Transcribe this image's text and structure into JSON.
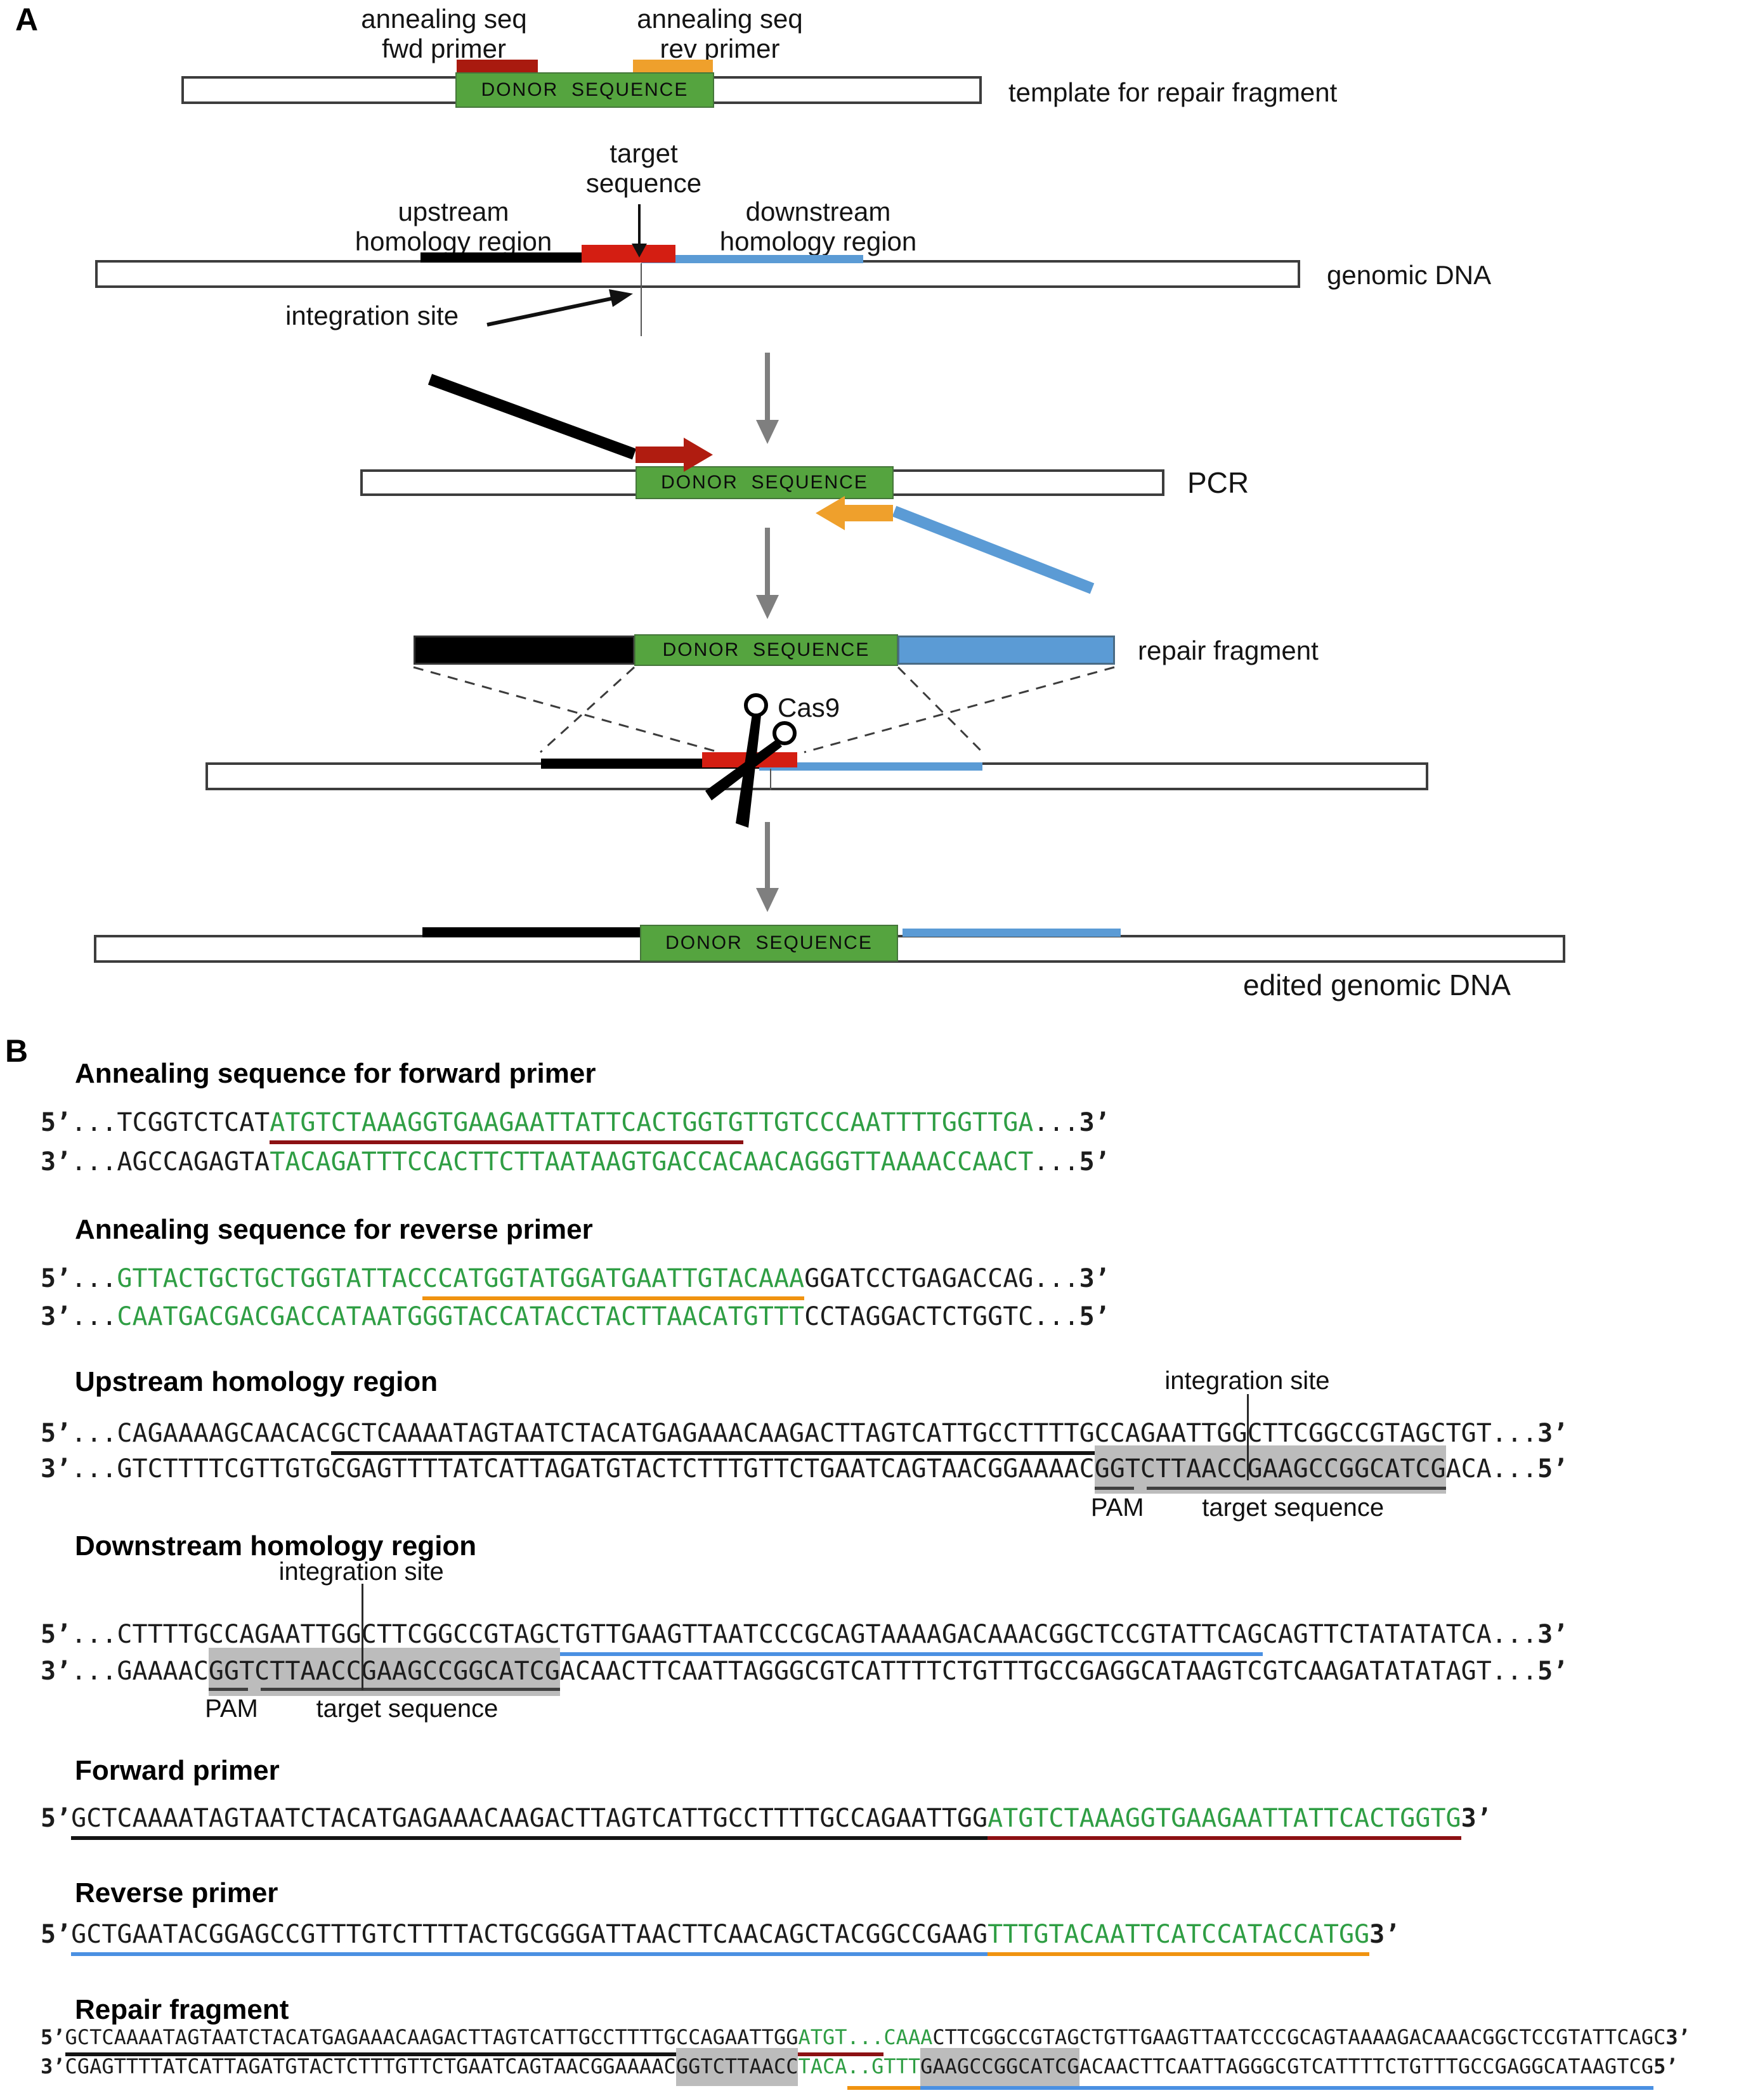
{
  "panel_a": {
    "label": "A",
    "annealing_fwd": [
      "annealing seq",
      "fwd primer"
    ],
    "annealing_rev": [
      "annealing seq",
      "rev primer"
    ],
    "template_label": "template for repair fragment",
    "donor_label": "DONOR  SEQUENCE",
    "target_label": [
      "target",
      "sequence"
    ],
    "upstream_label": [
      "upstream",
      "homology region"
    ],
    "downstream_label": [
      "downstream",
      "homology region"
    ],
    "genomic_label": "genomic DNA",
    "integration_label": "integration site",
    "pcr_label": "PCR",
    "repair_label": "repair fragment",
    "cas9_label": "Cas9",
    "edited_label": "edited genomic DNA",
    "colors": {
      "donor_green": "#55a43f",
      "fwd_primer_red": "#a91a0f",
      "rev_primer_orange": "#efa02c",
      "homology_blue": "#5b9bd5",
      "target_box_red": "#d41e12",
      "arrow_gray": "#7f7f7f"
    }
  },
  "panel_b": {
    "label": "B",
    "pam_label": "PAM",
    "target_seq_label": "target sequence",
    "integration_label": "integration site",
    "sections": [
      {
        "id": "annealing-fwd",
        "heading": "Annealing sequence for forward primer",
        "lines": [
          {
            "start": "5’",
            "end": "3’",
            "segs": [
              {
                "t": "...TCGGTCTCAT",
                "c": "b"
              },
              {
                "t": "ATGTCTAAAGGTGAAGAATTATTCACTGGTG",
                "c": "g",
                "u": "r"
              },
              {
                "t": "TTGTCCCAATTTTGGTTGA",
                "c": "g"
              },
              {
                "t": "...",
                "c": "b"
              }
            ]
          },
          {
            "start": "3’",
            "end": "5’",
            "segs": [
              {
                "t": "...AGCCAGAGTA",
                "c": "b"
              },
              {
                "t": "TACAGATTTCCACTTCTTAATAAGTGACCACAACAGGGTTAAAACCAACT",
                "c": "g"
              },
              {
                "t": "...",
                "c": "b"
              }
            ]
          }
        ]
      },
      {
        "id": "annealing-rev",
        "heading": "Annealing sequence for reverse primer",
        "lines": [
          {
            "start": "5’",
            "end": "3’",
            "segs": [
              {
                "t": "...",
                "c": "b"
              },
              {
                "t": "GTTACTGCTGCTGGTATTAC",
                "c": "g"
              },
              {
                "t": "CCATGGTATGGATGAATTGTACAAA",
                "c": "g",
                "u": "o"
              },
              {
                "t": "GGATCCTGAGACCAG...",
                "c": "b"
              }
            ]
          },
          {
            "start": "3’",
            "end": "5’",
            "segs": [
              {
                "t": "...",
                "c": "b"
              },
              {
                "t": "CAATGACGACGACCATAATGGGTACCATACCTACTTAACATGTTT",
                "c": "g"
              },
              {
                "t": "CCTAGGACTCTGGTC...",
                "c": "b"
              }
            ]
          }
        ]
      },
      {
        "id": "upstream",
        "heading": "Upstream homology region",
        "integration": true,
        "pam": true,
        "lines": [
          {
            "start": "5’",
            "end": "3’",
            "segs": [
              {
                "t": "...CAGAAAAGCAACAC",
                "c": "b"
              },
              {
                "t": "GCTCAAAATAGTAATCTACATGAGAAACAAGACTTAGTCATTGCCTTTTGCCAGAATTGG",
                "c": "b",
                "u": "k",
                "int": true
              },
              {
                "t": "CTTCGGCCGTAGCTGT...",
                "c": "b"
              }
            ]
          },
          {
            "start": "3’",
            "end": "5’",
            "segs": [
              {
                "t": "...GTCTTTTCGTTGTGCGAGTTTTATCATTAGATGTACTCTTTGTTCTGAATCAGTAACGGAAAAC",
                "c": "b"
              },
              {
                "t": "GGTCTTAACC",
                "c": "b",
                "hl": true,
                "int": true
              },
              {
                "t": "GAAGCCGGCATCG",
                "c": "b",
                "hl": true
              },
              {
                "t": "ACA...",
                "c": "b"
              }
            ]
          }
        ]
      },
      {
        "id": "downstream",
        "heading": "Downstream homology region",
        "integration": true,
        "pam": true,
        "lines": [
          {
            "start": "5’",
            "end": "3’",
            "segs": [
              {
                "t": "...CTTTTGCCAGAATTGG",
                "c": "b",
                "int": true
              },
              {
                "t": "CTTCGGCCGTAGCTGTTGAAGTTAATCCCGCAGTAAAAGACAAACGGCTCCGTATTCAG",
                "c": "b",
                "u": "b"
              },
              {
                "t": "CAGTTCTATATATCA...",
                "c": "b"
              }
            ]
          },
          {
            "start": "3’",
            "end": "5’",
            "segs": [
              {
                "t": "...GAAAAC",
                "c": "b"
              },
              {
                "t": "GGTCTTAACC",
                "c": "b",
                "hl": true,
                "int": true
              },
              {
                "t": "GAAGCCGGCATCG",
                "c": "b",
                "hl": true
              },
              {
                "t": "ACAACTTCAATTAGGGCGTCATTTTCTGTTTGCCGAGGCATAAGTCGTCAAGATATATAGT...",
                "c": "b"
              }
            ]
          }
        ]
      },
      {
        "id": "fwd-primer",
        "heading": "Forward primer",
        "lines": [
          {
            "start": "5’",
            "end": "3’",
            "segs": [
              {
                "t": "GCTCAAAATAGTAATCTACATGAGAAACAAGACTTAGTCATTGCCTTTTGCCAGAATTGG",
                "c": "b",
                "u": "k"
              },
              {
                "t": "ATGTCTAAAGGTGAAGAATTATTCACTGGTG",
                "c": "g",
                "u": "r"
              }
            ]
          }
        ]
      },
      {
        "id": "rev-primer",
        "heading": "Reverse primer",
        "lines": [
          {
            "start": "5’",
            "end": "3’",
            "segs": [
              {
                "t": "GCTGAATACGGAGCCGTTTGTCTTTTACTGCGGGATTAACTTCAACAGCTACGGCCGAAG",
                "c": "b",
                "u": "b"
              },
              {
                "t": "TTTGTACAATTCATCCATACCATGG",
                "c": "g",
                "u": "o"
              }
            ]
          }
        ]
      },
      {
        "id": "repair",
        "heading": "Repair fragment",
        "small": true,
        "lines": [
          {
            "start": "5’",
            "end": "3’",
            "segs": [
              {
                "t": "GCTCAAAATAGTAATCTACATGAGAAACAAGACTTAGTCATTGCCTTTTGCCAGAATTGG",
                "c": "b",
                "u": "k"
              },
              {
                "t": "ATGT...",
                "c": "g",
                "u": "r"
              },
              {
                "t": "CAAA",
                "c": "g"
              },
              {
                "t": "CTTCGGCCGTAGCTGTTGAAGTTAATCCCGCAGTAAAAGACAAACGGCTCCGTATTCAGC",
                "c": "b"
              }
            ]
          },
          {
            "start": "3’",
            "end": "5’",
            "segs": [
              {
                "t": "CGAGTTTTATCATTAGATGTACTCTTTGTTCTGAATCAGTAACGGAAAAC",
                "c": "b"
              },
              {
                "t": "GGTCTTAACC",
                "c": "b",
                "hl": true
              },
              {
                "t": "TACA",
                "c": "g"
              },
              {
                "t": "..GTTT",
                "c": "g",
                "u": "o"
              },
              {
                "t": "GAAGCCGGCATCG",
                "c": "b",
                "hl": true,
                "u": "b"
              },
              {
                "t": "ACAACTTCAATTAGGGCGTCATTTTCTGTTTGCCGAGGCATAAGTCG",
                "c": "b",
                "u": "b"
              }
            ]
          }
        ]
      }
    ]
  }
}
